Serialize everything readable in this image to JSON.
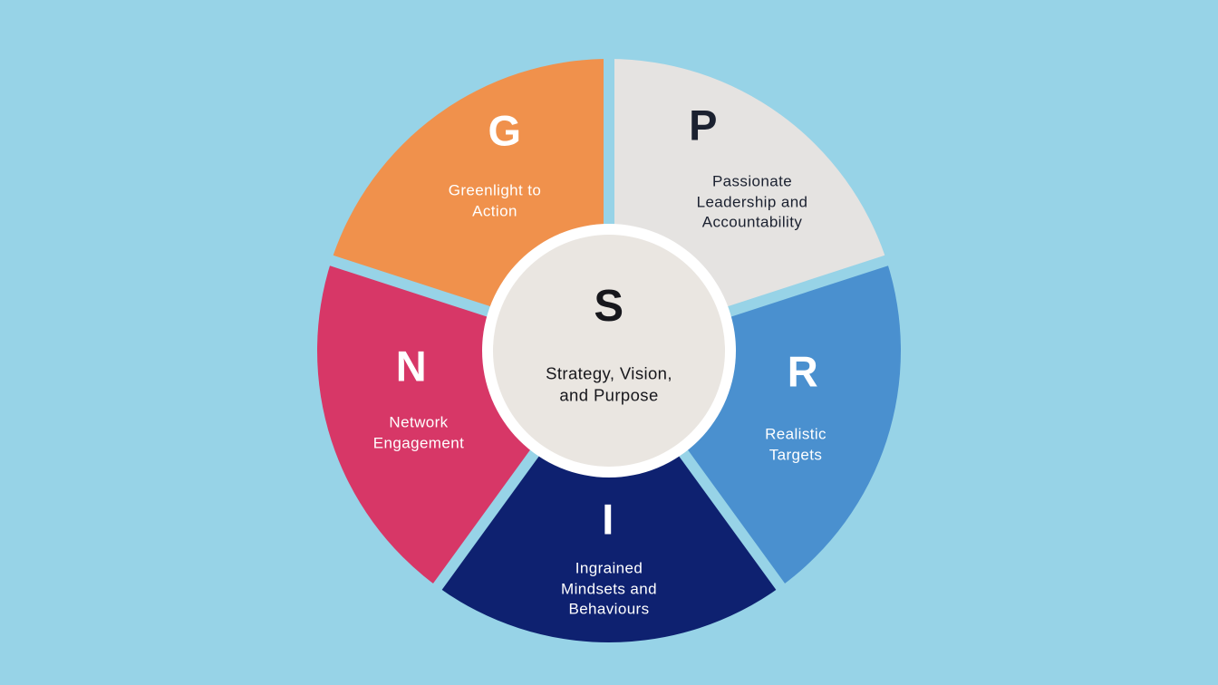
{
  "background_color": "#97D3E7",
  "wheel": {
    "geometry_note": "five equal 72-degree segments, clockwise from top",
    "center": {
      "letter": "S",
      "lines": [
        "Strategy, Vision,",
        "and Purpose"
      ],
      "fill_color": "#EAE6E1",
      "ring_color": "#FFFFFF",
      "text_color": "#17171C"
    },
    "segments": [
      {
        "id": "passionate-leadership",
        "letter": "P",
        "lines": [
          "Passionate",
          "Leadership and",
          "Accountability"
        ],
        "color": "#E5E3E1",
        "text_color": "#1B2130",
        "start_angle": 0,
        "end_angle": 72
      },
      {
        "id": "realistic-targets",
        "letter": "R",
        "lines": [
          "Realistic",
          "Targets"
        ],
        "color": "#4A90CF",
        "text_color": "#FFFFFF",
        "start_angle": 72,
        "end_angle": 144
      },
      {
        "id": "ingrained-mindsets",
        "letter": "I",
        "lines": [
          "Ingrained",
          "Mindsets and",
          "Behaviours"
        ],
        "color": "#0E2170",
        "text_color": "#FFFFFF",
        "start_angle": 144,
        "end_angle": 216
      },
      {
        "id": "network-engagement",
        "letter": "N",
        "lines": [
          "Network",
          "Engagement"
        ],
        "color": "#D73767",
        "text_color": "#FFFFFF",
        "start_angle": 216,
        "end_angle": 288
      },
      {
        "id": "greenlight-to-action",
        "letter": "G",
        "lines": [
          "Greenlight to",
          "Action"
        ],
        "color": "#F0914C",
        "text_color": "#FFFFFF",
        "start_angle": 288,
        "end_angle": 360
      }
    ]
  }
}
